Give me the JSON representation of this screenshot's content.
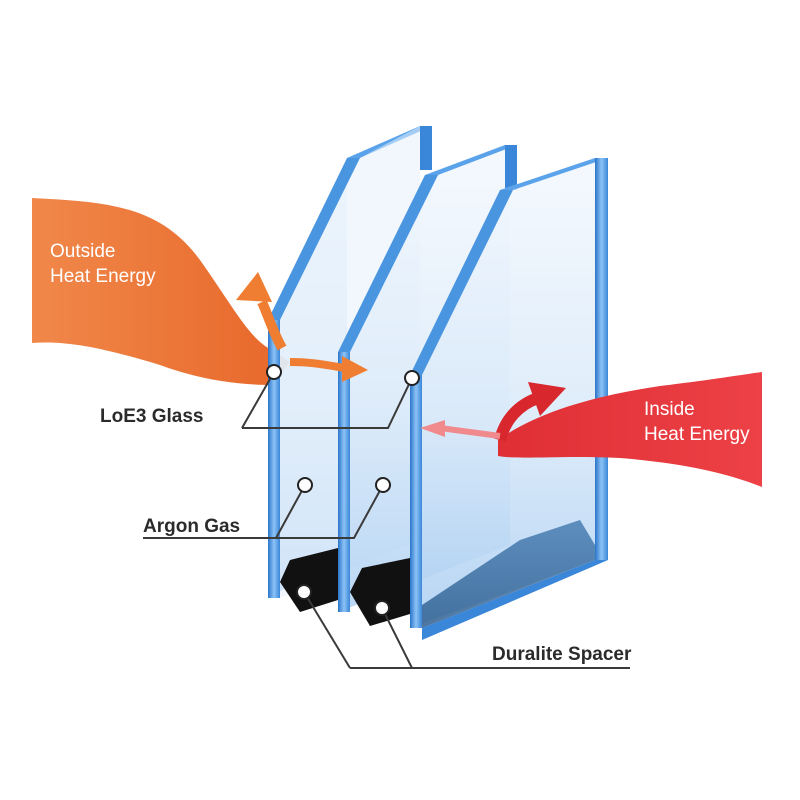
{
  "diagram": {
    "outside_label_line1": "Outside",
    "outside_label_line2": "Heat Energy",
    "inside_label_line1": "Inside",
    "inside_label_line2": "Heat Energy",
    "glass_label": "LoE3 Glass",
    "gas_label": "Argon Gas",
    "spacer_label": "Duralite Spacer"
  },
  "colors": {
    "outside_heat": "#ef7d32",
    "inside_heat": "#e8333a",
    "glass_edge": "#3a86d8",
    "spacer": "#111111",
    "leader_line": "#3a3a3a"
  }
}
